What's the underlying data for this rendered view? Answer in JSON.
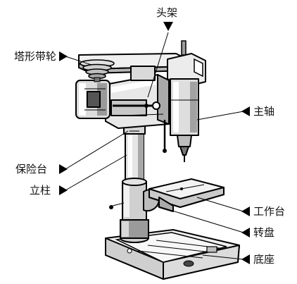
{
  "labels": {
    "head": "头架",
    "pulley": "塔形带轮",
    "spindle": "主轴",
    "collar": "保险台",
    "column": "立柱",
    "table": "工作台",
    "turntable": "转盘",
    "base": "底座"
  },
  "colors": {
    "line": "#000000",
    "metal": "#e9e9e9",
    "metal_dark": "#b8b8b8",
    "shadow": "#6f6f6f",
    "background": "#ffffff"
  }
}
